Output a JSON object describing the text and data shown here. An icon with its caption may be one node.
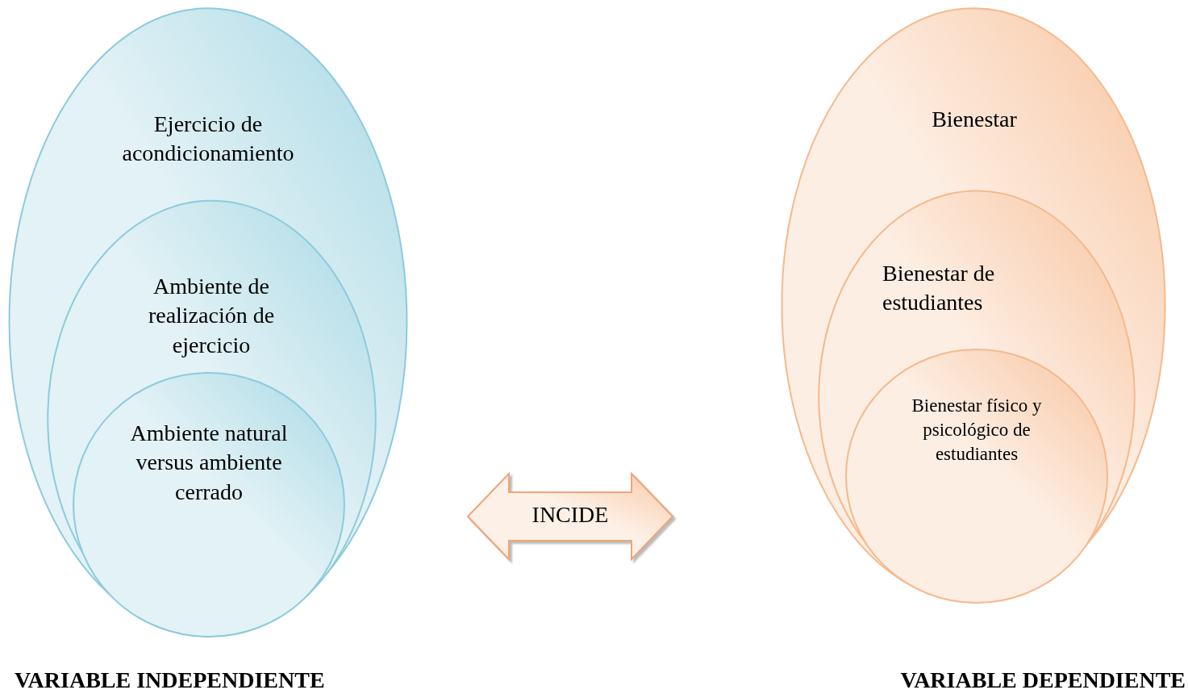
{
  "diagram": {
    "nodes": [
      {
        "text": [
          "Ejercicio de acondicionamiento"
        ],
        "beside": [
          "VARIABLE INDEPENDIENTE"
        ]
      },
      {
        "text": [
          "Ambiente de realización de ejercicio"
        ],
        "in": 0
      },
      {
        "text": [
          "Ambiente natural  versus ambiente cerrado"
        ],
        "in": 1
      },
      {
        "text": [
          "Bienestar"
        ],
        "beside": [
          "VARIABLE DEPENDIENTE"
        ]
      },
      {
        "text": [
          "Bienestar de estudiantes"
        ],
        "in": 3
      },
      {
        "text": [
          "Bienestar físico y psicológico de estudiantes"
        ],
        "in": 4
      },
      {
        "text": [
          "INCIDE"
        ]
      }
    ]
  }
}
